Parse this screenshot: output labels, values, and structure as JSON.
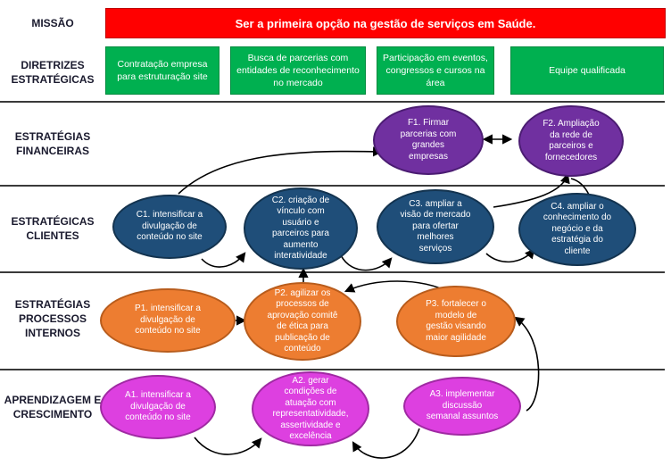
{
  "rows": {
    "missao": "MISSÃO",
    "diretrizes": "DIRETRIZES ESTRATÉGICAS",
    "financeiras": "ESTRATÉGIAS FINANCEIRAS",
    "clientes": "ESTRATÉGICAS CLIENTES",
    "processos": "ESTRATÉGIAS PROCESSOS INTERNOS",
    "aprendizagem": "APRENDIZAGEM E CRESCIMENTO"
  },
  "mission": "Ser a primeira opção na gestão de serviços em Saúde.",
  "diretrizes": [
    "Contratação empresa para estruturação site",
    "Busca de parcerias com entidades de reconhecimento no mercado",
    "Participação em eventos, congressos e cursos na área",
    "Equipe qualificada"
  ],
  "financeiras": {
    "f1": "F1. Firmar parcerias com grandes empresas",
    "f2": "F2. Ampliação da rede de parceiros e fornecedores"
  },
  "clientes": {
    "c1": "C1. intensificar a divulgação de conteúdo no site",
    "c2": "C2. criação de vínculo com usuário e parceiros para aumento interatividade",
    "c3": "C3. ampliar a visão de mercado para ofertar melhores serviços",
    "c4": "C4. ampliar o conhecimento do negócio e da estratégia do cliente"
  },
  "processos": {
    "p1": "P1. intensificar a divulgação de conteúdo no site",
    "p2": "P2. agilizar os processos de aprovação comitê de ética para publicação de conteúdo",
    "p3": "P3. fortalecer o modelo de gestão visando maior agilidade"
  },
  "aprendizagem": {
    "a1": "A1. intensificar a divulgação de conteúdo no site",
    "a2": "A2. gerar condições de atuação com representatividade, assertividade e excelência",
    "a3": "A3. implementar discussão semanal assuntos"
  },
  "colors": {
    "mission": "#ff0000",
    "diretrizes": "#00b050",
    "financeiras": "#7030a0",
    "clientes": "#1f4e79",
    "processos": "#ed7d31",
    "aprendizagem": "#dd40e0"
  }
}
